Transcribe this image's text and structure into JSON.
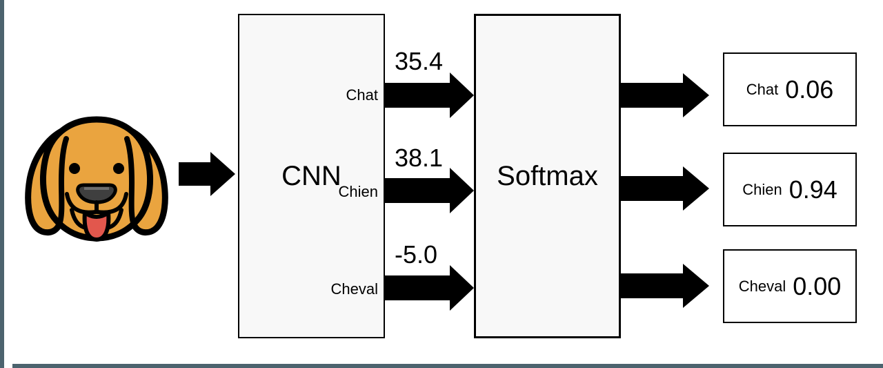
{
  "diagram": {
    "input": {
      "icon": "dog-face"
    },
    "cnn": {
      "label": "CNN"
    },
    "softmax": {
      "label": "Softmax"
    },
    "rows": [
      {
        "class_label": "Chat",
        "logit": "35.4",
        "prob": "0.06"
      },
      {
        "class_label": "Chien",
        "logit": "38.1",
        "prob": "0.94"
      },
      {
        "class_label": "Cheval",
        "logit": "-5.0",
        "prob": "0.00"
      }
    ],
    "colors": {
      "frame_bar": "#4c636e",
      "process_box_fill": "#f8f8f8",
      "output_box_fill": "#ffffff",
      "arrow": "#000000",
      "outline": "#000000",
      "dog_body": "#eaa43f",
      "dog_tongue": "#e2574d",
      "dog_nose": "#3f3f3f",
      "dog_nose_highlight": "#6e6e6e"
    }
  }
}
